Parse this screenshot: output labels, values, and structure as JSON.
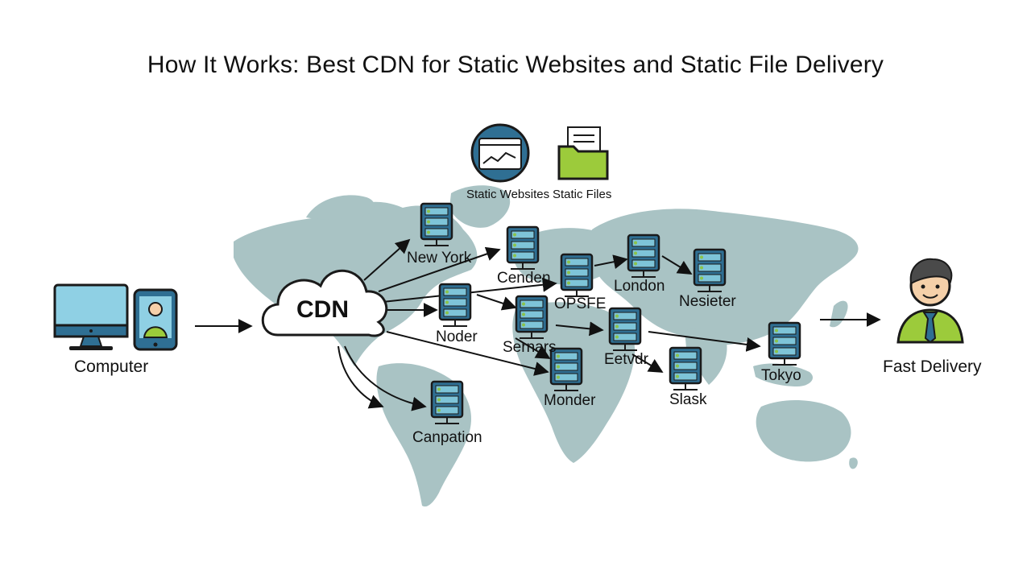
{
  "title": "How It Works: Best CDN for Static Websites and Static File Delivery",
  "source": {
    "computer_label": "Computer",
    "cdn_label": "CDN"
  },
  "content_types": {
    "websites_label": "Static Websites",
    "files_label": "Static Files"
  },
  "edge_servers": [
    "New York",
    "Cenden",
    "London",
    "Nesieter",
    "OPSFE",
    "Noder",
    "Sernars",
    "Eetvdr",
    "Tokyo",
    "Monder",
    "Slask",
    "Canpation"
  ],
  "destination": {
    "label": "Fast Delivery"
  },
  "colors": {
    "map": "#a9c3c4",
    "server_body": "#2f6f93",
    "server_slot": "#7ec4d8",
    "led": "#8bc34a",
    "outline": "#1a1a1a",
    "screen": "#8fd0e4",
    "folder": "#9ccb3b",
    "shirt": "#9ccb3b",
    "tie": "#2f6f93"
  }
}
